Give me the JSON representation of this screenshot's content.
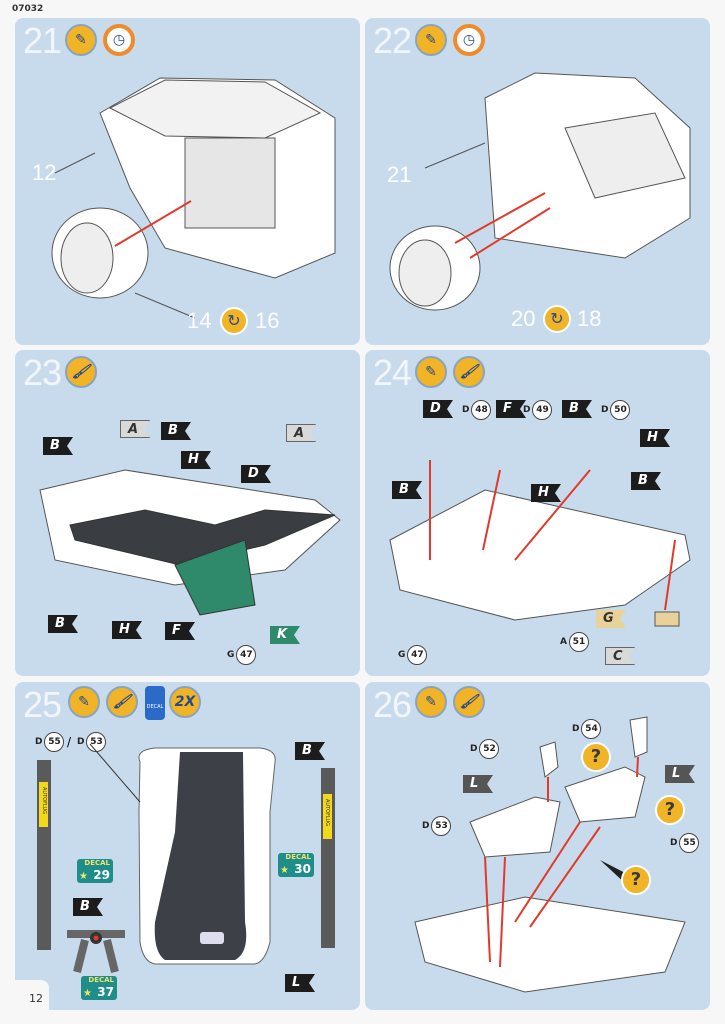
{
  "doc_code": "07032",
  "page_number": "12",
  "steps": [
    {
      "number": "21",
      "icons": [
        "glue-icon",
        "clock-icon"
      ],
      "labels": {
        "part": "12",
        "from": "14",
        "to": "16"
      }
    },
    {
      "number": "22",
      "icons": [
        "glue-icon",
        "clock-icon"
      ],
      "labels": {
        "part": "21",
        "from": "20",
        "to": "18"
      }
    },
    {
      "number": "23",
      "icons": [
        "paint-brush-icon"
      ],
      "flags": [
        "B",
        "A",
        "B",
        "H",
        "D",
        "A",
        "B",
        "H",
        "F",
        "K"
      ],
      "parts": [
        {
          "sprue": "G",
          "num": "47"
        }
      ]
    },
    {
      "number": "24",
      "icons": [
        "glue-icon",
        "paint-brush-icon"
      ],
      "flags": [
        "D",
        "F",
        "B",
        "H",
        "B",
        "H",
        "B",
        "G",
        "C"
      ],
      "parts": [
        {
          "sprue": "D",
          "num": "48"
        },
        {
          "sprue": "D",
          "num": "49"
        },
        {
          "sprue": "D",
          "num": "50"
        },
        {
          "sprue": "A",
          "num": "51"
        },
        {
          "sprue": "G",
          "num": "47"
        }
      ]
    },
    {
      "number": "25",
      "icons": [
        "glue-icon",
        "paint-brush-icon",
        "decal-softener-icon"
      ],
      "multiplier": "2X",
      "parts": [
        {
          "sprue": "D",
          "num": "55"
        },
        {
          "sprue": "D",
          "num": "53"
        }
      ],
      "separator": "/",
      "flags": [
        "B",
        "B",
        "L"
      ],
      "decals": [
        {
          "label": "DECAL",
          "num": "29"
        },
        {
          "label": "DECAL",
          "num": "30"
        },
        {
          "label": "DECAL",
          "num": "37"
        }
      ],
      "belt_text": "AUTOFLUG",
      "bottle_text": "DECAL"
    },
    {
      "number": "26",
      "icons": [
        "glue-icon",
        "paint-brush-icon"
      ],
      "parts": [
        {
          "sprue": "D",
          "num": "54"
        },
        {
          "sprue": "D",
          "num": "52"
        },
        {
          "sprue": "D",
          "num": "53"
        },
        {
          "sprue": "D",
          "num": "55"
        }
      ],
      "flags": [
        "L",
        "L"
      ],
      "question": "?"
    }
  ],
  "colors": {
    "panel": "#c8dbec",
    "icon": "#f0b426",
    "arrow": "#e03a2a",
    "flag": "#1c1c1c",
    "decal": "#1f8d8a"
  }
}
